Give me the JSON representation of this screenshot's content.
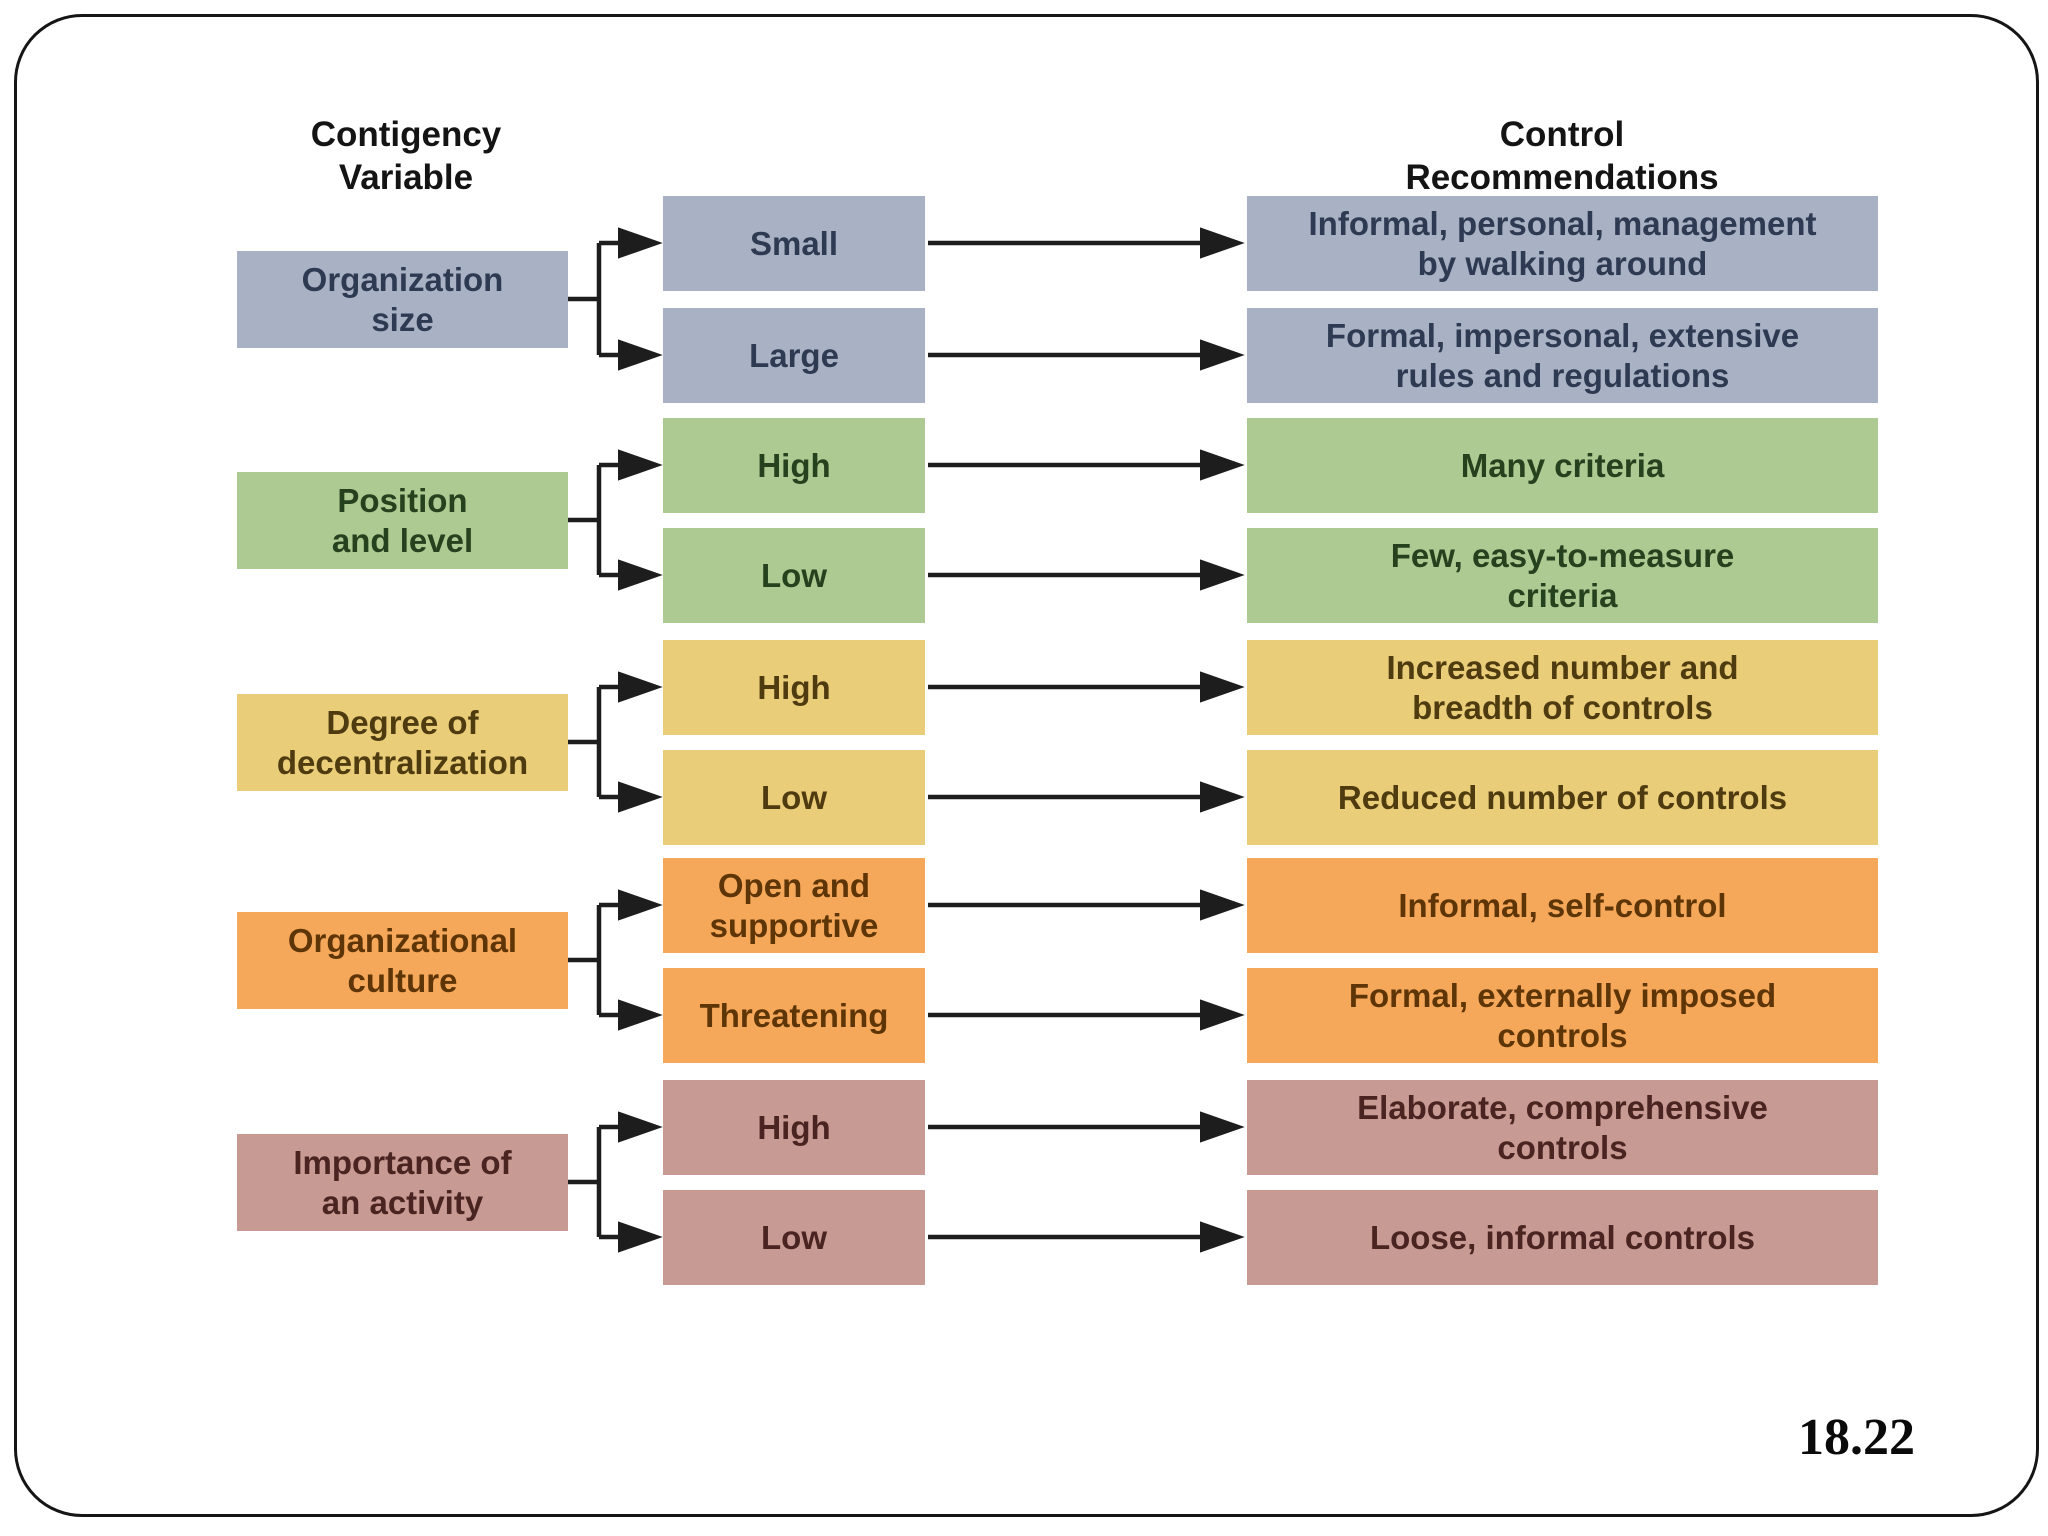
{
  "headers": {
    "variable_column": "Contigency\nVariable",
    "recommendations_column": "Control\nRecommendations"
  },
  "slide_number": "18.22",
  "connector_color": "#1d1d1d",
  "groups": [
    {
      "variable": "Organization\nsize",
      "fill": "#a9b1c5",
      "text_color": "#2e3a52",
      "rows": [
        {
          "condition": "Small",
          "recommendation": "Informal, personal, management\nby walking around"
        },
        {
          "condition": "Large",
          "recommendation": "Formal, impersonal, extensive\nrules and regulations"
        }
      ]
    },
    {
      "variable": "Position\nand level",
      "fill": "#adca92",
      "text_color": "#26411e",
      "rows": [
        {
          "condition": "High",
          "recommendation": "Many criteria"
        },
        {
          "condition": "Low",
          "recommendation": "Few, easy-to-measure\ncriteria"
        }
      ]
    },
    {
      "variable": "Degree of\ndecentralization",
      "fill": "#eacd79",
      "text_color": "#4f3b10",
      "rows": [
        {
          "condition": "High",
          "recommendation": "Increased number and\nbreadth of controls"
        },
        {
          "condition": "Low",
          "recommendation": "Reduced number of controls"
        }
      ]
    },
    {
      "variable": "Organizational\nculture",
      "fill": "#f6a85a",
      "text_color": "#5e3507",
      "rows": [
        {
          "condition": "Open and\nsupportive",
          "recommendation": "Informal, self-control"
        },
        {
          "condition": "Threatening",
          "recommendation": "Formal, externally imposed\ncontrols"
        }
      ]
    },
    {
      "variable": "Importance of\nan activity",
      "fill": "#c89a94",
      "text_color": "#4a2420",
      "rows": [
        {
          "condition": "High",
          "recommendation": "Elaborate, comprehensive\ncontrols"
        },
        {
          "condition": "Low",
          "recommendation": "Loose, informal controls"
        }
      ]
    }
  ]
}
